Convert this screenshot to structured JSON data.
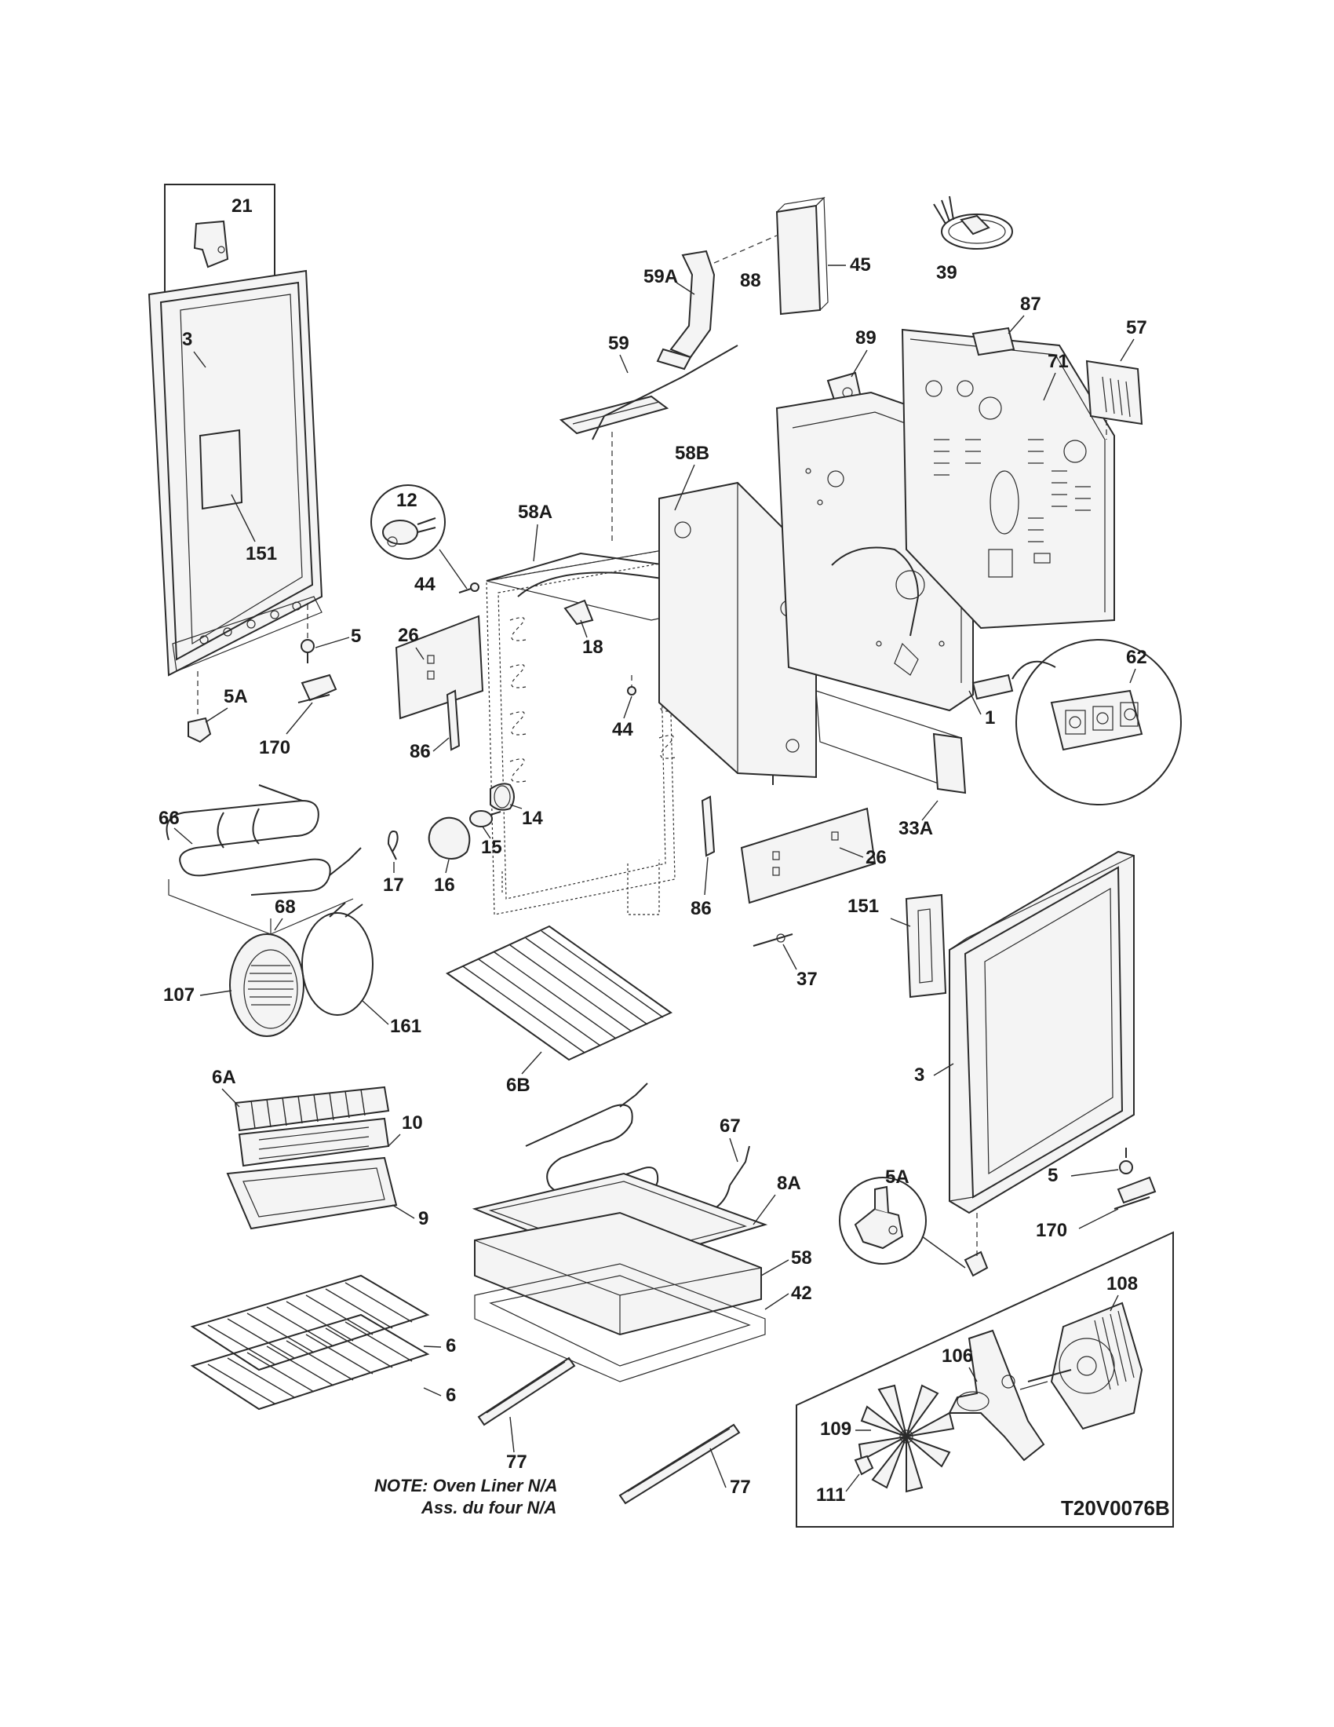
{
  "part_labels": {
    "p21": "21",
    "p3_left": "3",
    "p151_left": "151",
    "p5_left": "5",
    "p5a_left": "5A",
    "p170_left": "170",
    "p66": "66",
    "p68": "68",
    "p107": "107",
    "p161": "161",
    "p6a": "6A",
    "p10": "10",
    "p9": "9",
    "p6_a": "6",
    "p6_b": "6",
    "p77_left": "77",
    "p12": "12",
    "p44_top": "44",
    "p26_left": "26",
    "p86_left": "86",
    "p17": "17",
    "p16": "16",
    "p15": "15",
    "p14": "14",
    "p58a": "58A",
    "p18": "18",
    "p44_mid": "44",
    "p59": "59",
    "p59a": "59A",
    "p45": "45",
    "p58b": "58B",
    "p88": "88",
    "p89": "89",
    "p39": "39",
    "p87": "87",
    "p57": "57",
    "p71": "71",
    "p1": "1",
    "p62": "62",
    "p33a": "33A",
    "p26_right": "26",
    "p86_right": "86",
    "p37": "37",
    "p6b": "6B",
    "p67": "67",
    "p8a": "8A",
    "p58": "58",
    "p42": "42",
    "p77_right": "77",
    "p151_right": "151",
    "p3_right": "3",
    "p5a_right": "5A",
    "p5_right": "5",
    "p170_right": "170",
    "p108": "108",
    "p106": "106",
    "p109": "109",
    "p111": "111"
  },
  "note": {
    "line1": "NOTE: Oven Liner N/A",
    "line2": "Ass. du four N/A"
  },
  "drawing_code": "T20V0076B"
}
